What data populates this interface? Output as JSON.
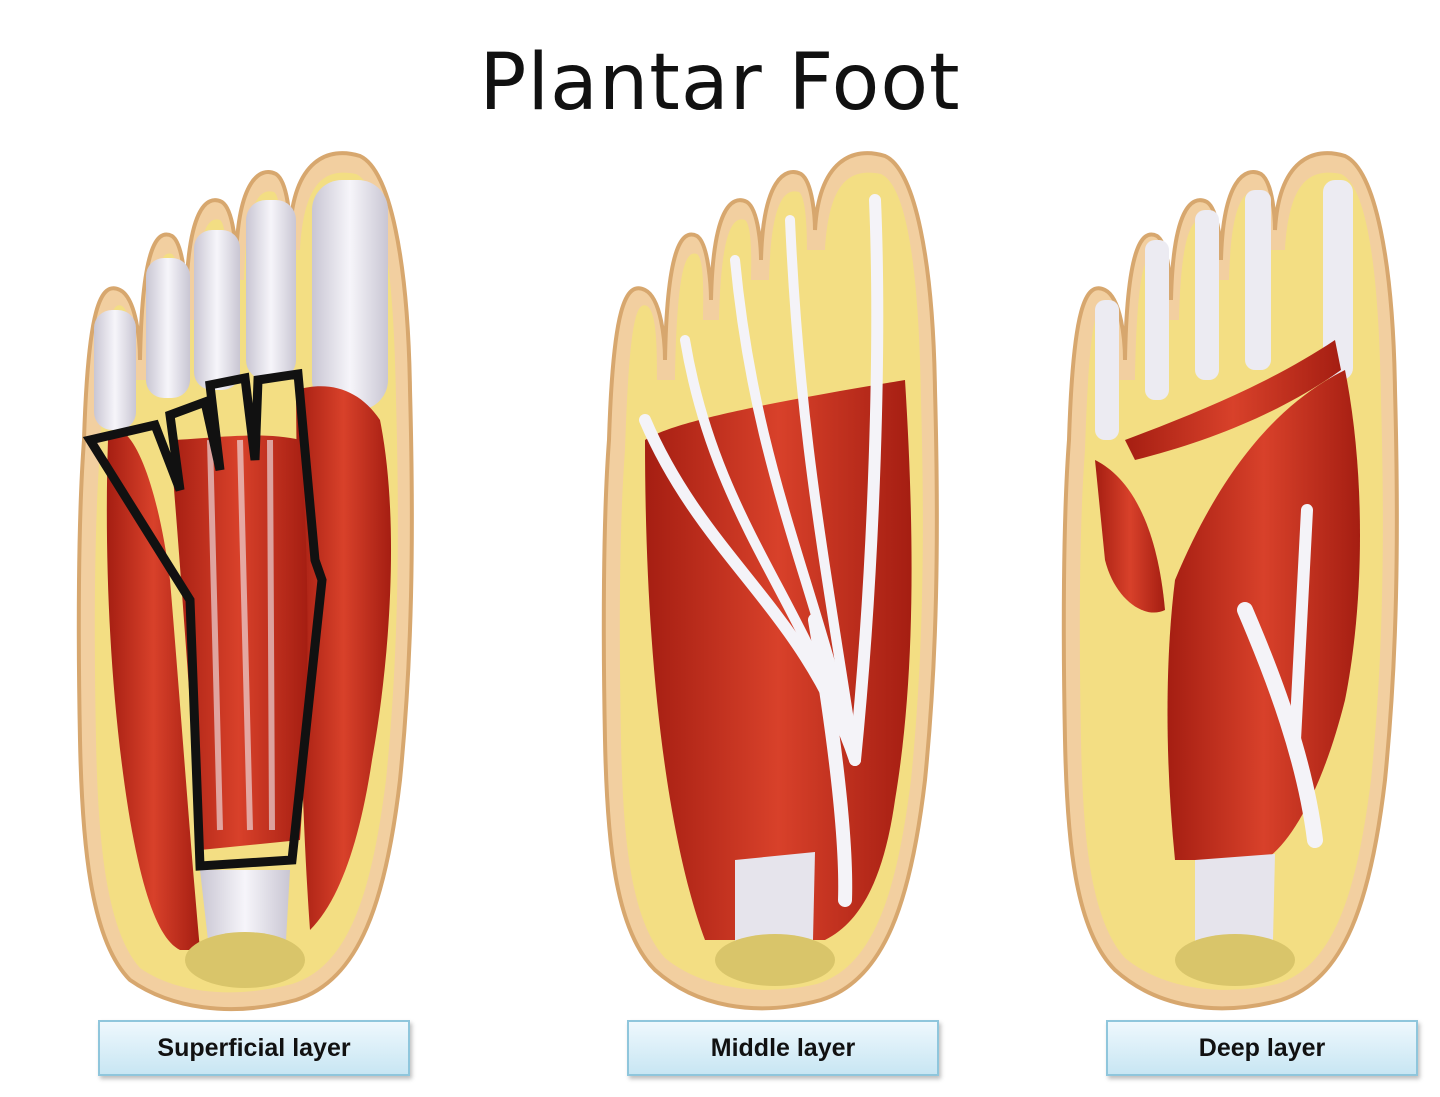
{
  "title": "Plantar Foot",
  "panels": [
    {
      "id": "superficial",
      "label": "Superficial layer"
    },
    {
      "id": "middle",
      "label": "Middle layer"
    },
    {
      "id": "deep",
      "label": "Deep layer"
    }
  ],
  "colors": {
    "skin": "#f2cfa0",
    "fat": "#f3de83",
    "muscle": "#c22d1c",
    "tendon": "#ecebf2",
    "outline": "#111111"
  }
}
